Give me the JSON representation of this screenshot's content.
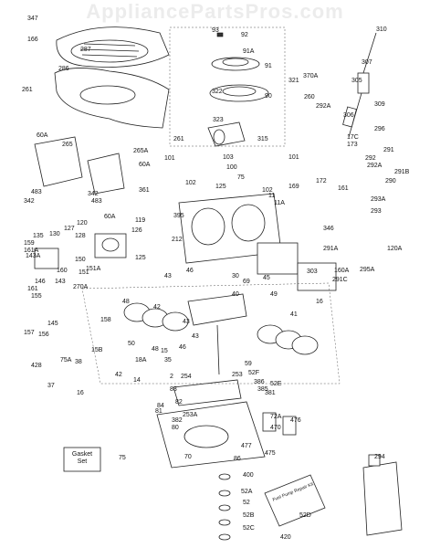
{
  "watermark": "AppliancePartsPros.com",
  "gasket_box": {
    "line1": "Gasket",
    "line2": "Set"
  },
  "oil_box": "Fuel Pump Repair Kit",
  "labels": [
    "347",
    "166",
    "287",
    "286",
    "261",
    "310",
    "93",
    "92",
    "91A",
    "91",
    "370A",
    "260",
    "292A",
    "307",
    "305",
    "309",
    "322",
    "321",
    "90",
    "323",
    "306",
    "296",
    "261",
    "265A",
    "60A",
    "265",
    "17C",
    "173",
    "291",
    "292",
    "292A",
    "101",
    "315",
    "103",
    "100",
    "101",
    "291B",
    "75",
    "60A",
    "342",
    "483",
    "342",
    "483",
    "361",
    "102",
    "125",
    "102",
    "169",
    "172",
    "161",
    "290",
    "60A",
    "11",
    "11A",
    "293A",
    "293",
    "395",
    "212",
    "135",
    "130",
    "127",
    "120",
    "128",
    "119",
    "126",
    "159",
    "161A",
    "160",
    "151",
    "151A",
    "125",
    "143A",
    "143",
    "146",
    "161",
    "155",
    "157",
    "156",
    "145",
    "150",
    "270A",
    "158",
    "346",
    "291A",
    "120A",
    "303",
    "160A",
    "295A",
    "291C",
    "43",
    "46",
    "30",
    "69",
    "45",
    "48",
    "42",
    "41",
    "43",
    "40",
    "49",
    "16",
    "50",
    "43",
    "46",
    "15",
    "18A",
    "14",
    "15B",
    "42",
    "48",
    "35",
    "428",
    "75A",
    "38",
    "37",
    "16",
    "2",
    "254",
    "253",
    "59",
    "52F",
    "386",
    "385",
    "83",
    "82",
    "84",
    "81",
    "253A",
    "52E",
    "381",
    "382",
    "80",
    "72A",
    "470",
    "476",
    "475",
    "477",
    "70",
    "86",
    "75",
    "400",
    "52A",
    "52",
    "52B",
    "52C",
    "52D",
    "294",
    "420"
  ]
}
